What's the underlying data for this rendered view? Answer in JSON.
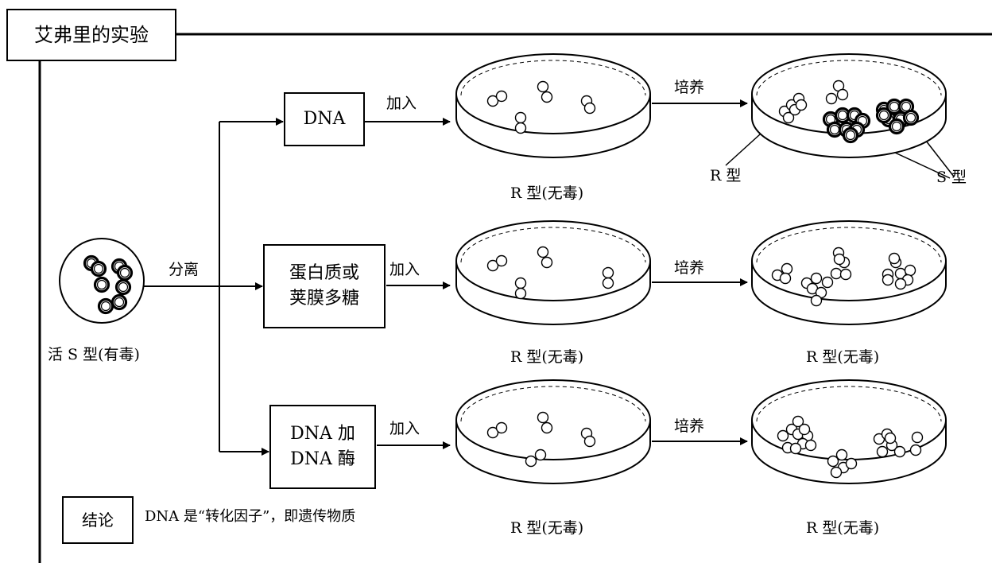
{
  "title": "艾弗里的实验",
  "source": {
    "label": "活 S 型(有毒)",
    "action": "分离"
  },
  "rows": [
    {
      "component": [
        "DNA"
      ],
      "add_label": "加入",
      "culture_label": "培养",
      "dish_label": "R 型(无毒)",
      "result_labels": {
        "r": "R 型",
        "s": "S 型"
      }
    },
    {
      "component": [
        "蛋白质或",
        "荚膜多糖"
      ],
      "add_label": "加入",
      "culture_label": "培养",
      "dish_label": "R 型(无毒)",
      "result_label": "R 型(无毒)"
    },
    {
      "component": [
        "DNA 加",
        "DNA 酶"
      ],
      "add_label": "加入",
      "culture_label": "培养",
      "dish_label": "R 型(无毒)",
      "result_label": "R 型(无毒)"
    }
  ],
  "conclusion": {
    "label": "结论",
    "text": "DNA 是“转化因子”，即遗传物质"
  }
}
